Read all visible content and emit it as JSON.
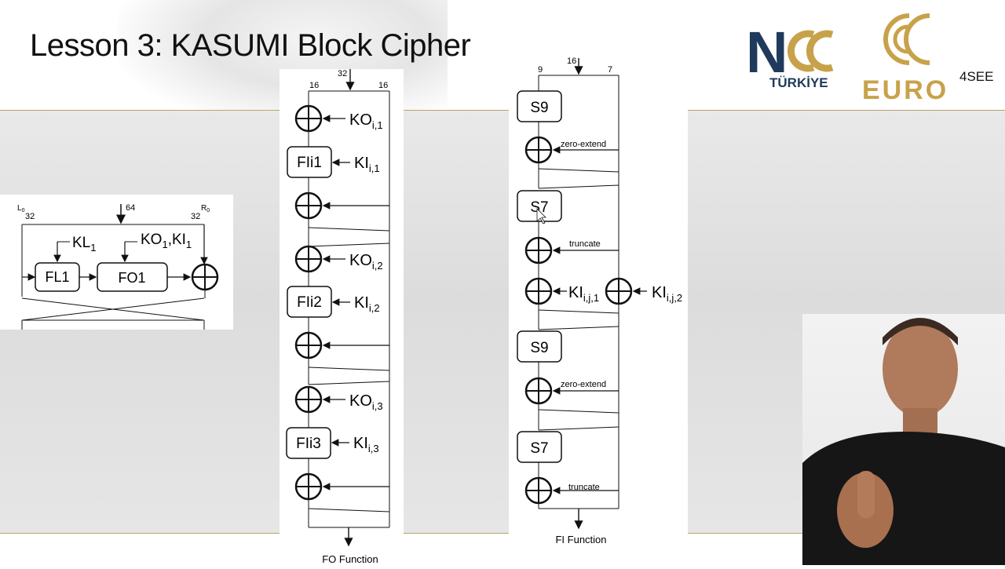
{
  "slide": {
    "title": "Lesson 3: KASUMI Block Cipher"
  },
  "logos": {
    "ncc_text": "N",
    "ncc_sub": "TÜRKİYE",
    "euro_text": "EURO",
    "euro_sup": "4SEE"
  },
  "main_round": {
    "l0": "L",
    "l0_sub": "0",
    "l0_bits": "32",
    "in_bits": "64",
    "r0_bits": "32",
    "r0": "R",
    "r0_sub": "0",
    "fl_label": "FL1",
    "fo_label": "FO1",
    "kl_label": "KL",
    "kl_sub": "1",
    "ko_label": "KO",
    "ko_sub": "1",
    "ki_label": ",KI",
    "ki_sub": "1"
  },
  "fo_function": {
    "in_bits": "32",
    "left_bits": "16",
    "right_bits": "16",
    "caption": "FO Function",
    "rounds": [
      {
        "ko": "KO",
        "ko_sub": "i,1",
        "fi": "FIi1",
        "ki": "KI",
        "ki_sub": "i,1"
      },
      {
        "ko": "KO",
        "ko_sub": "i,2",
        "fi": "FIi2",
        "ki": "KI",
        "ki_sub": "i,2"
      },
      {
        "ko": "KO",
        "ko_sub": "i,3",
        "fi": "FIi3",
        "ki": "KI",
        "ki_sub": "i,3"
      }
    ]
  },
  "fi_function": {
    "in_bits": "16",
    "left_bits": "9",
    "right_bits": "7",
    "caption": "FI Function",
    "s9_label": "S9",
    "s7_label": "S7",
    "zero_extend": "zero-extend",
    "truncate": "truncate",
    "ki1": "KI",
    "ki1_sub": "i,j,1",
    "ki2": "KI",
    "ki2_sub": "i,j,2"
  }
}
